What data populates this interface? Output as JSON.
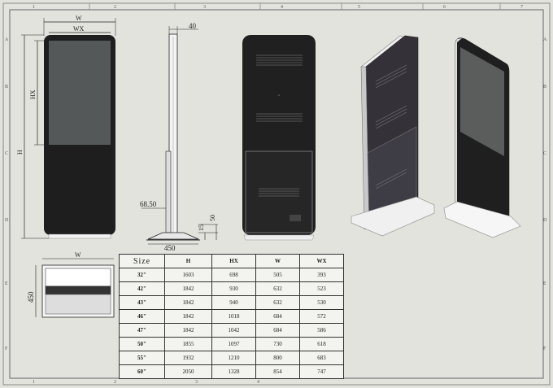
{
  "frame": {
    "col_labels": [
      "1",
      "2",
      "3",
      "4",
      "5",
      "6",
      "7"
    ],
    "row_labels": [
      "A",
      "B",
      "C",
      "D",
      "E",
      "F"
    ],
    "bottom_labels": [
      "1",
      "2",
      "3",
      "4"
    ]
  },
  "dims": {
    "w": "W",
    "wx": "WX",
    "hx": "HX",
    "h": "H",
    "d40": "40",
    "d6850": "68.50",
    "d15": "15",
    "d50": "50",
    "d450_side": "450",
    "d450_top": "450",
    "w_top": "W"
  },
  "table": {
    "headers": [
      "Size",
      "H",
      "HX",
      "W",
      "WX"
    ],
    "rows": [
      [
        "32\"",
        "1603",
        "698",
        "505",
        "393"
      ],
      [
        "42\"",
        "1842",
        "930",
        "632",
        "523"
      ],
      [
        "43\"",
        "1842",
        "940",
        "632",
        "530"
      ],
      [
        "46\"",
        "1842",
        "1018",
        "684",
        "572"
      ],
      [
        "47\"",
        "1842",
        "1042",
        "684",
        "586"
      ],
      [
        "50\"",
        "1855",
        "1097",
        "730",
        "618"
      ],
      [
        "55\"",
        "1932",
        "1210",
        "800",
        "683"
      ],
      [
        "60\"",
        "2050",
        "1328",
        "854",
        "747"
      ]
    ]
  }
}
